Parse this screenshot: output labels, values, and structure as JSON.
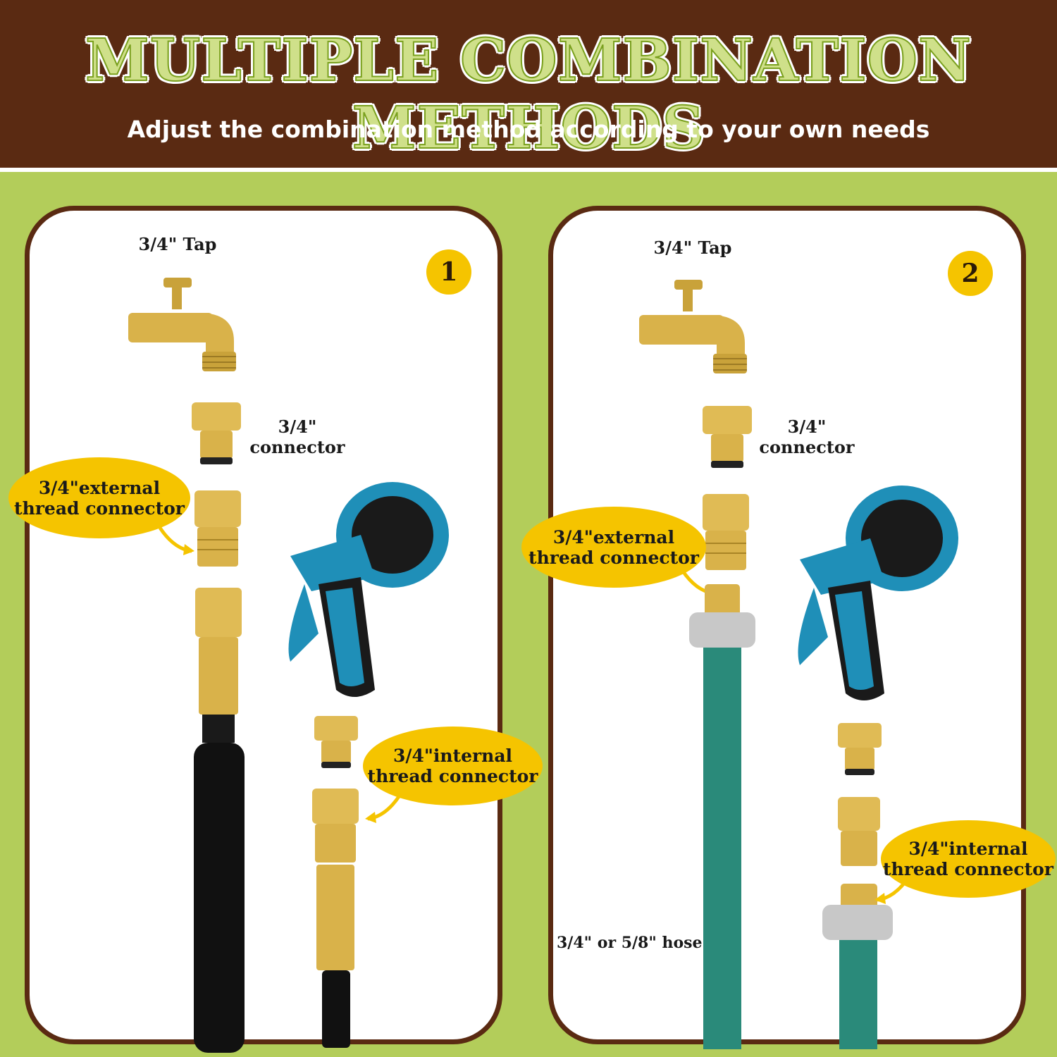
{
  "header": {
    "title": "MULTIPLE COMBINATION METHODS",
    "subtitle": "Adjust the combination method according to your own needs"
  },
  "panel1": {
    "number": "1",
    "tap_label": "3/4\" Tap",
    "connector_label_line1": "3/4\"",
    "connector_label_line2": "connector",
    "external_line1": "3/4\"external",
    "external_line2": "thread connector",
    "internal_line1": "3/4\"internal",
    "internal_line2": "thread connector"
  },
  "panel2": {
    "number": "2",
    "tap_label": "3/4\" Tap",
    "connector_label_line1": "3/4\"",
    "connector_label_line2": "connector",
    "external_line1": "3/4\"external",
    "external_line2": "thread connector",
    "internal_line1": "3/4\"internal",
    "internal_line2": "thread connector",
    "hose_label": "3/4\" or 5/8\" hose"
  },
  "colors": {
    "background": "#b3cd5a",
    "header": "#5a2a12",
    "bubble": "#f5c400",
    "brass": "#d9b24a",
    "sprayer_blue": "#1f8fb8",
    "green_hose": "#2a8a7a"
  }
}
